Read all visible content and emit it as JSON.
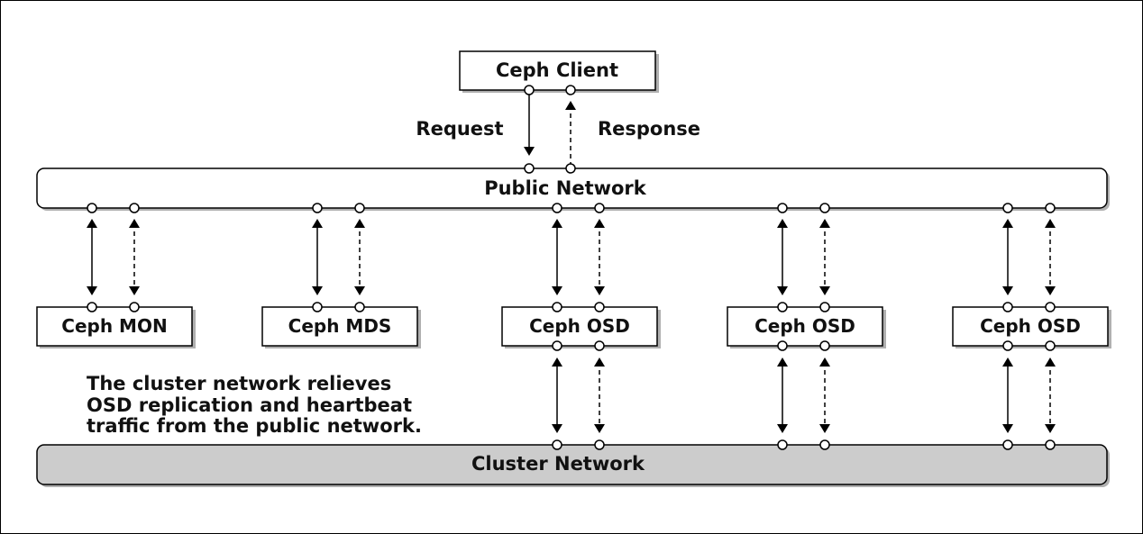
{
  "client": {
    "label": "Ceph Client"
  },
  "public_network": {
    "label": "Public Network"
  },
  "cluster_network": {
    "label": "Cluster Network"
  },
  "flows": {
    "request": "Request",
    "response": "Response"
  },
  "nodes": [
    {
      "label": "Ceph MON"
    },
    {
      "label": "Ceph MDS"
    },
    {
      "label": "Ceph OSD"
    },
    {
      "label": "Ceph OSD"
    },
    {
      "label": "Ceph OSD"
    }
  ],
  "note": {
    "lines": [
      "The cluster network relieves",
      "OSD replication and heartbeat",
      "traffic from the public network."
    ]
  },
  "colors": {
    "cluster_fill": "#cccccc",
    "box_fill": "#ffffff",
    "stroke": "#000000",
    "shadow": "#b0b0b0"
  }
}
